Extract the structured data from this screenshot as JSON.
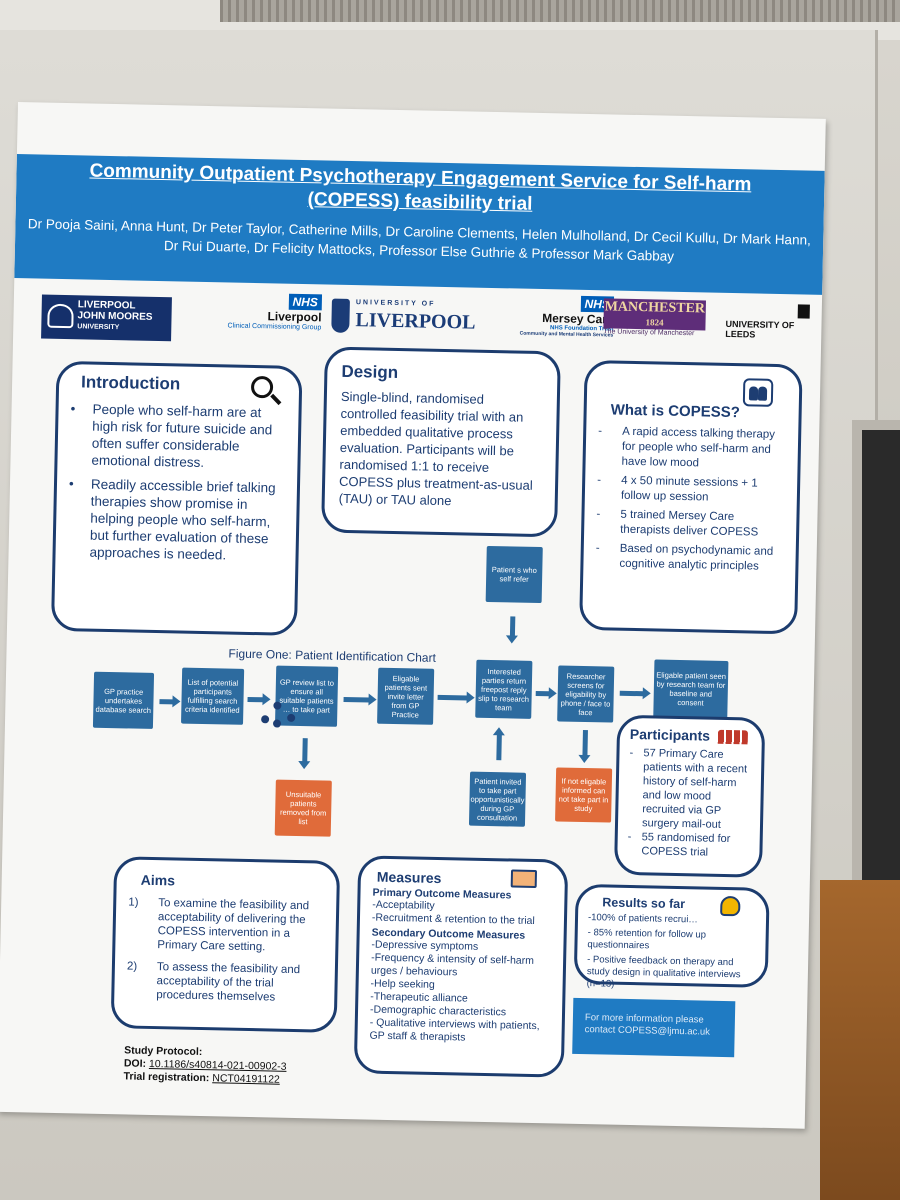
{
  "poster": {
    "title": "Community Outpatient Psychotherapy Engagement Service for Self-harm (COPESS) feasibility trial",
    "authors": "Dr Pooja Saini, Anna Hunt, Dr Peter Taylor, Catherine Mills, Dr Caroline Clements, Helen Mulholland, Dr Cecil Kullu, Dr Mark Hann, Dr Rui Duarte, Dr Felicity Mattocks, Professor Else Guthrie & Professor Mark Gabbay"
  },
  "logos": {
    "ljmu": [
      "LIVERPOOL",
      "JOHN MOORES",
      "UNIVERSITY"
    ],
    "ccg": {
      "badge": "NHS",
      "name": "Liverpool",
      "sub": "Clinical Commissioning Group"
    },
    "uol": {
      "small": "UNIVERSITY OF",
      "big": "LIVERPOOL"
    },
    "mersey": {
      "badge": "NHS",
      "name": "Mersey Care",
      "sub": "NHS Foundation Trust",
      "sub2": "Community and Mental Health Services"
    },
    "manchester": {
      "name": "MANCHESTER",
      "year": "1824",
      "sub": "The University of Manchester"
    },
    "leeds": "UNIVERSITY OF LEEDS"
  },
  "intro": {
    "heading": "Introduction",
    "bullets": [
      "People who self-harm are at high risk for future suicide and often suffer considerable emotional distress.",
      "Readily accessible brief talking therapies show promise in helping people who self-harm, but further evaluation of these approaches is needed."
    ]
  },
  "design": {
    "heading": "Design",
    "text": "Single-blind, randomised controlled feasibility trial with an embedded qualitative process evaluation. Participants will be randomised 1:1 to receive COPESS plus treatment-as-usual (TAU) or TAU alone"
  },
  "copess": {
    "heading": "What is COPESS?",
    "items": [
      "A rapid access talking therapy for people who self-harm and have low mood",
      "4 x 50 minute sessions + 1 follow up session",
      "5 trained Mersey Care therapists deliver COPESS",
      "Based on psychodynamic and cognitive analytic principles"
    ]
  },
  "figure": {
    "title": "Figure One: Patient Identification Chart",
    "gp_search": "GP practice undertakes database search",
    "list": "List of potential participants fulfilling search criteria identified",
    "review": "GP review list to ensure all suitable patients … to take part",
    "invite": "Eligable patients sent invite letter from GP Practice",
    "reply": "Interested parties return freepost reply slip to research team",
    "screen": "Researcher screens for eligability by phone / face to face",
    "seen": "Eligable patient seen by research team for baseline and consent",
    "selfrefer": "Patient s who self refer",
    "unsuitable": "Unsuitable patients removed from list",
    "opportunistic": "Patient invited to take part opportunistically during GP consultation",
    "noteligible": "If not eligable informed can not take part in study"
  },
  "participants": {
    "heading": "Participants",
    "items": [
      "57 Primary Care patients with a recent history of self-harm and low mood recruited via GP surgery mail-out",
      "55 randomised for COPESS trial"
    ]
  },
  "aims": {
    "heading": "Aims",
    "items": [
      {
        "num": "1)",
        "text": "To examine the feasibility and acceptability of delivering the COPESS intervention in a Primary Care setting."
      },
      {
        "num": "2)",
        "text": "To assess the feasibility and acceptability of the trial procedures themselves"
      }
    ]
  },
  "measures": {
    "heading": "Measures",
    "primary_heading": "Primary Outcome Measures",
    "primary": [
      "-Acceptability",
      "-Recruitment & retention to the trial"
    ],
    "secondary_heading": "Secondary Outcome Measures",
    "secondary": [
      "-Depressive symptoms",
      "-Frequency & intensity of self-harm urges / behaviours",
      "-Help seeking",
      "-Therapeutic alliance",
      "-Demographic characteristics",
      "- Qualitative interviews with patients, GP staff & therapists"
    ]
  },
  "results": {
    "heading": "Results so far",
    "items": [
      "-100% of patients recrui…",
      "- 85% retention for follow up questionnaires",
      "- Positive feedback on therapy and study design in qualitative interviews (n=13)"
    ]
  },
  "info": "For more information please contact COPESS@ljmu.ac.uk",
  "protocol": {
    "label": "Study Protocol:",
    "doi_label": "DOI:",
    "doi": "10.1186/s40814-021-00902-3",
    "trial_label": "Trial registration:",
    "trial": "NCT04191122"
  }
}
